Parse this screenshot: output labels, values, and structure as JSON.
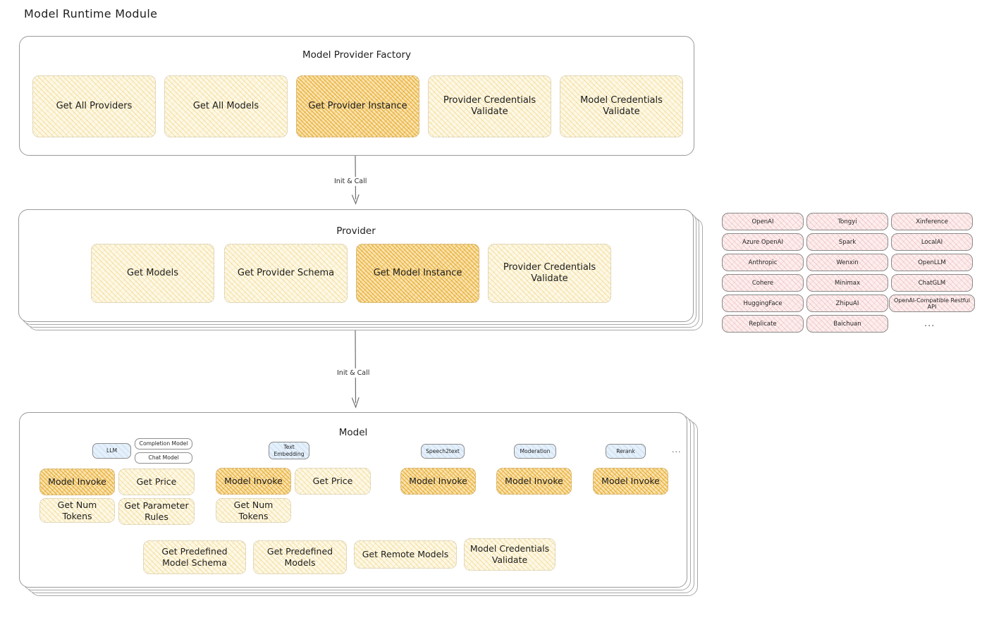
{
  "page": {
    "title": "Model Runtime Module"
  },
  "factory": {
    "title": "Model Provider Factory",
    "nodes": [
      {
        "label": "Get All Providers",
        "highlighted": false
      },
      {
        "label": "Get All Models",
        "highlighted": false
      },
      {
        "label": "Get Provider Instance",
        "highlighted": true
      },
      {
        "label": "Provider Credentials Validate",
        "highlighted": false
      },
      {
        "label": "Model Credentials Validate",
        "highlighted": false
      }
    ]
  },
  "arrows": [
    {
      "label": "Init & Call"
    },
    {
      "label": "Init & Call"
    }
  ],
  "provider": {
    "title": "Provider",
    "nodes": [
      {
        "label": "Get Models",
        "highlighted": false
      },
      {
        "label": "Get Provider Schema",
        "highlighted": false
      },
      {
        "label": "Get Model Instance",
        "highlighted": true
      },
      {
        "label": "Provider Credentials Validate",
        "highlighted": false
      }
    ]
  },
  "provider_list": {
    "columns": [
      {
        "items": [
          "OpenAI",
          "Azure OpenAI",
          "Anthropic",
          "Cohere",
          "HuggingFace",
          "Replicate"
        ]
      },
      {
        "items": [
          "Tongyi",
          "Spark",
          "Wenxin",
          "Minimax",
          "ZhipuAI",
          "Baichuan"
        ]
      },
      {
        "items": [
          "Xinference",
          "LocalAI",
          "OpenLLM",
          "ChatGLM",
          "OpenAI-Compatible Restful API"
        ]
      }
    ],
    "more": "..."
  },
  "model": {
    "title": "Model",
    "more": "...",
    "types": [
      {
        "badge": "LLM",
        "sub_badges": [
          "Completion Model",
          "Chat Model"
        ],
        "methods": [
          "Model Invoke",
          "Get Price",
          "Get Num Tokens",
          "Get Parameter Rules"
        ]
      },
      {
        "badge": "Text Embedding",
        "sub_badges": [],
        "methods": [
          "Model Invoke",
          "Get Price",
          "Get Num Tokens"
        ]
      },
      {
        "badge": "Speech2text",
        "sub_badges": [],
        "methods": [
          "Model Invoke"
        ]
      },
      {
        "badge": "Moderation",
        "sub_badges": [],
        "methods": [
          "Model Invoke"
        ]
      },
      {
        "badge": "Rerank",
        "sub_badges": [],
        "methods": [
          "Model Invoke"
        ]
      }
    ],
    "shared_methods": [
      "Get Predefined Model Schema",
      "Get Predefined Models",
      "Get Remote Models",
      "Model Credentials Validate"
    ]
  },
  "colors": {
    "highlight": "#fae4b0",
    "node": "#fdf8e6",
    "provider_chip": "#fdeeee",
    "badge": "#e5f0fb",
    "stroke": "#9a9a9a"
  }
}
